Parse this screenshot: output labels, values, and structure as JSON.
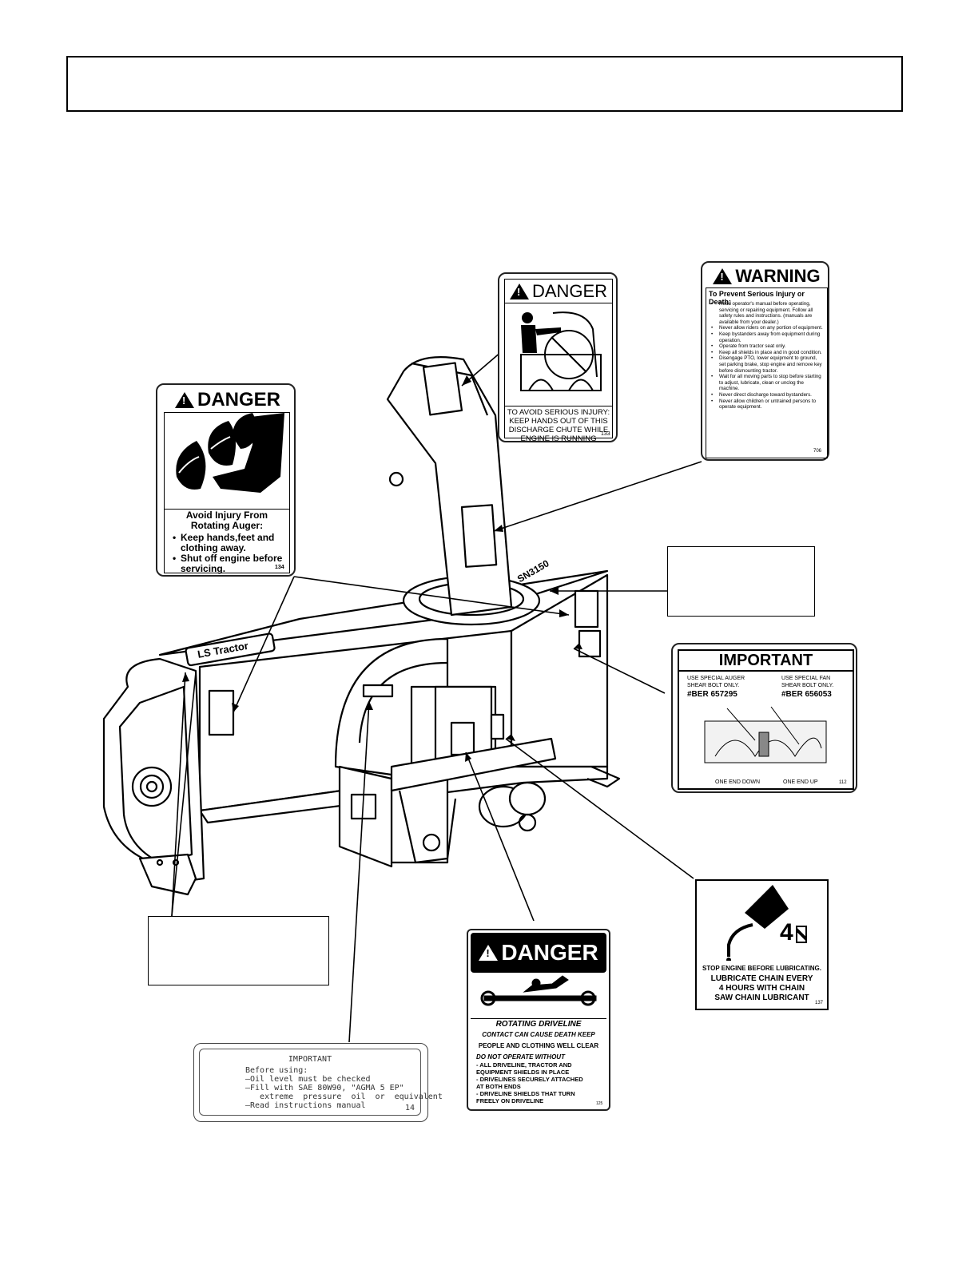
{
  "decals": {
    "auger": {
      "header": "DANGER",
      "title": "Avoid Injury From\nRotating Auger:",
      "bullets": [
        "Keep hands,feet and clothing away.",
        "Shut off engine before servicing."
      ],
      "code": "134"
    },
    "chute": {
      "header": "DANGER",
      "caption": "TO AVOID SERIOUS INJURY:\nKEEP HANDS OUT OF THIS\nDISCHARGE CHUTE WHILE\nENGINE IS RUNNING",
      "code": "133"
    },
    "warning": {
      "header": "WARNING",
      "title": "To Prevent Serious Injury or Death:",
      "bullets": [
        "Read operator's manual before operating, servicing or repairing equipment. Follow all safety rules and instructions. (manuals are available from your dealer.)",
        "Never allow riders on any portion of equipment.",
        "Keep bystanders away from equipment during operation.",
        "Operate from tractor seat only.",
        "Keep all shields in place and in good condition.",
        "Disengage PTO, lower equipment to ground, set parking brake, stop engine and remove key before dismounting tractor.",
        "Wait for all moving parts to stop before starting to adjust, lubricate, clean or unclog the machine.",
        "Never direct discharge toward bystanders.",
        "Never allow children or untrained persons to operate equipment."
      ],
      "code": "706"
    },
    "shear": {
      "header": "IMPORTANT",
      "left_label": "USE SPECIAL AUGER\nSHEAR BOLT ONLY.",
      "left_part": "#BER 657295",
      "right_label": "USE SPECIAL FAN\nSHEAR BOLT ONLY.",
      "right_part": "#BER 656053",
      "left_end": "ONE END DOWN",
      "right_end": "ONE END UP",
      "code": "112"
    },
    "lube": {
      "interval": "4",
      "line1": "STOP ENGINE BEFORE LUBRICATING.",
      "line2": "LUBRICATE CHAIN EVERY\n4 HOURS WITH CHAIN\nSAW CHAIN LUBRICANT",
      "code": "137"
    },
    "driveline": {
      "header": "DANGER",
      "title": "ROTATING DRIVELINE",
      "sub": "CONTACT CAN CAUSE DEATH KEEP",
      "sub2": "PEOPLE AND CLOTHING WELL CLEAR",
      "donot": "DO NOT OPERATE WITHOUT",
      "items": [
        "- ALL DRIVELINE, TRACTOR AND\n  EQUIPMENT SHIELDS IN PLACE",
        "- DRIVELINES SECURELY ATTACHED\n  AT BOTH ENDS",
        "- DRIVELINE SHIELDS THAT TURN\n  FREELY ON DRIVELINE"
      ],
      "code": "125"
    },
    "oil": {
      "header": "IMPORTANT",
      "lines": [
        "Before  using:",
        "—Oil  level  must  be  checked",
        "—Fill  with  SAE  80W90,  \"AGMA  5  EP\"",
        "   extreme  pressure  oil  or  equivalent",
        "—Read  instructions  manual"
      ],
      "code": "14"
    }
  },
  "machine": {
    "brand_text": "LS Tractor",
    "model_text": "SN3150"
  }
}
